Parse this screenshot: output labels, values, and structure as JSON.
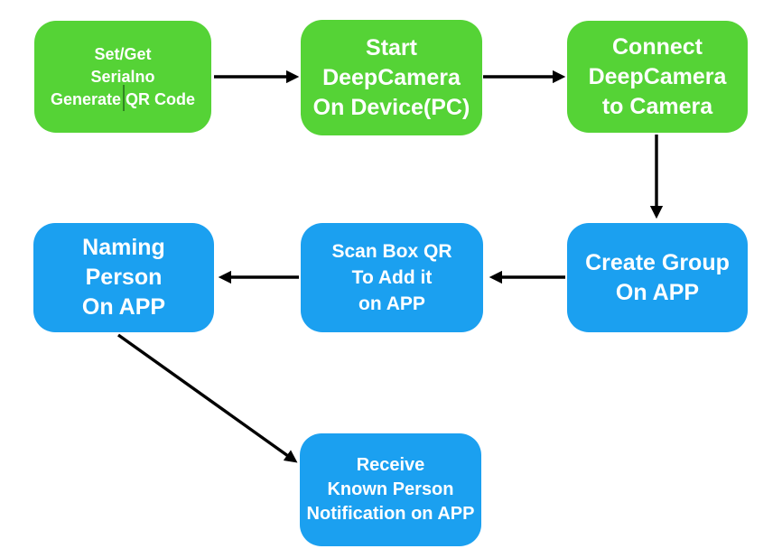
{
  "colors": {
    "node_green": "#55d336",
    "node_blue": "#1ba0f0",
    "arrow": "#000000",
    "node_text": "#ffffff",
    "background": "#ffffff"
  },
  "nodes": [
    {
      "id": "set-get-serialno-generate-qr-code",
      "color": "green",
      "lines": [
        "Set/Get",
        "Serialno",
        "Generate QR Code"
      ]
    },
    {
      "id": "start-deepcamera-on-device-pc",
      "color": "green",
      "lines": [
        "Start",
        "DeepCamera",
        "On Device(PC)"
      ]
    },
    {
      "id": "connect-deepcamera-to-camera",
      "color": "green",
      "lines": [
        "Connect",
        "DeepCamera",
        "to Camera"
      ]
    },
    {
      "id": "create-group-on-app",
      "color": "blue",
      "lines": [
        "Create Group",
        "On APP"
      ]
    },
    {
      "id": "scan-box-qr-to-add-it-on-app",
      "color": "blue",
      "lines": [
        "Scan Box QR",
        "To Add it",
        "on APP"
      ]
    },
    {
      "id": "naming-person-on-app",
      "color": "blue",
      "lines": [
        "Naming",
        "Person",
        "On APP"
      ]
    },
    {
      "id": "receive-known-person-notification-on-app",
      "color": "blue",
      "lines": [
        "Receive",
        "Known Person",
        "Notification on APP"
      ]
    }
  ],
  "edges": [
    {
      "from": "set-get-serialno-generate-qr-code",
      "to": "start-deepcamera-on-device-pc",
      "direction": "right"
    },
    {
      "from": "start-deepcamera-on-device-pc",
      "to": "connect-deepcamera-to-camera",
      "direction": "right"
    },
    {
      "from": "connect-deepcamera-to-camera",
      "to": "create-group-on-app",
      "direction": "down"
    },
    {
      "from": "create-group-on-app",
      "to": "scan-box-qr-to-add-it-on-app",
      "direction": "left"
    },
    {
      "from": "scan-box-qr-to-add-it-on-app",
      "to": "naming-person-on-app",
      "direction": "left"
    },
    {
      "from": "naming-person-on-app",
      "to": "receive-known-person-notification-on-app",
      "direction": "down-right"
    }
  ]
}
